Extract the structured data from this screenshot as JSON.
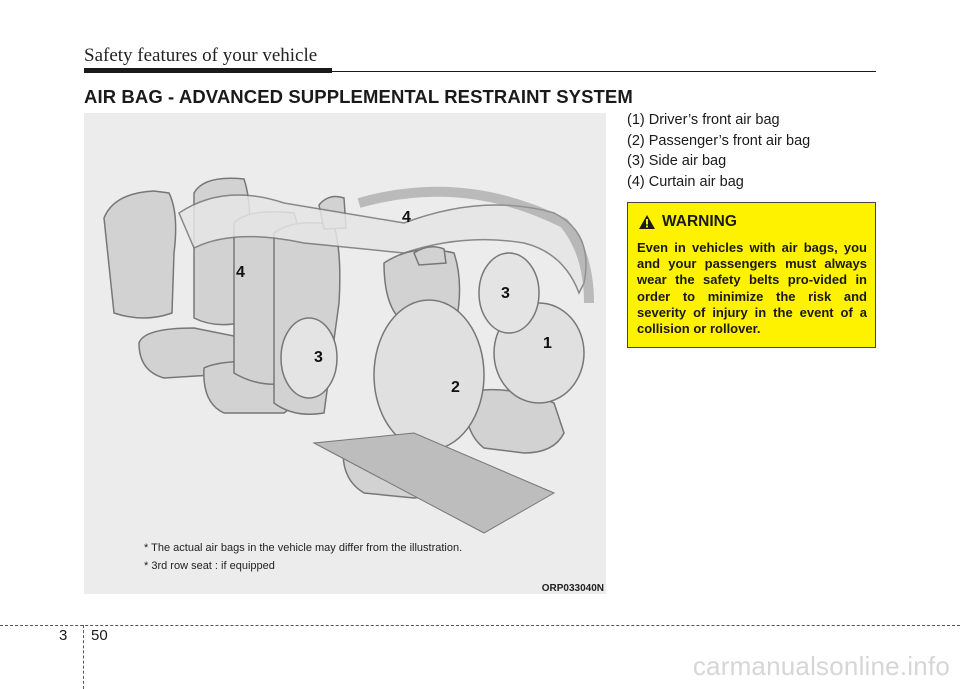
{
  "header": {
    "chapter_title": "Safety features of your vehicle"
  },
  "section_title": "AIR BAG - ADVANCED SUPPLEMENTAL RESTRAINT SYSTEM",
  "figure": {
    "callouts": [
      "1",
      "2",
      "3",
      "3",
      "4",
      "4"
    ],
    "notes": [
      "* The actual air bags in the vehicle may differ from the illustration.",
      "* 3rd row seat : if equipped"
    ],
    "code": "ORP033040N"
  },
  "legend": [
    "(1) Driver’s front air bag",
    "(2) Passenger’s front air bag",
    "(3) Side air bag",
    "(4) Curtain air bag"
  ],
  "warning": {
    "title": "WARNING",
    "icon": "warning-triangle-icon",
    "body": "Even in vehicles with air bags, you and your passengers must always wear the safety belts pro-vided in order to minimize the risk and severity of injury in the event of a collision or rollover.",
    "color": "#fff200"
  },
  "footer": {
    "section": "3",
    "page": "50",
    "watermark": "carmanualsonline.info"
  }
}
